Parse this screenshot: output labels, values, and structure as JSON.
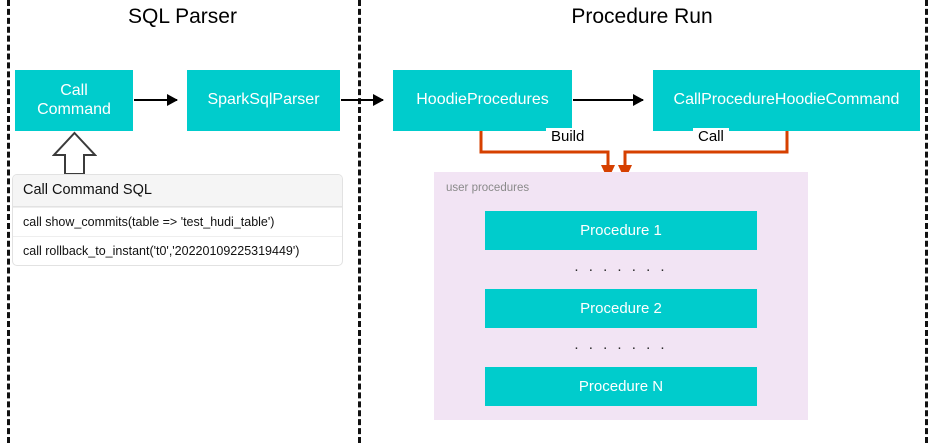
{
  "colors": {
    "teal": "#00CCCC",
    "orange": "#D64000",
    "panel_lavender": "#F2E4F4",
    "divider": "#111111",
    "panel_label": "#8A8A8A"
  },
  "sections": {
    "left_title": "SQL Parser",
    "right_title": "Procedure Run"
  },
  "flow": {
    "call_command": "Call\nCommand",
    "spark_sql_parser": "SparkSqlParser",
    "hoodie_procedures": "HoodieProcedures",
    "call_procedure_hoodie_command": "CallProcedureHoodieCommand"
  },
  "connectors": {
    "build_label": "Build",
    "call_label": "Call"
  },
  "sql_card": {
    "header": "Call Command SQL",
    "rows": [
      "call show_commits(table => 'test_hudi_table')",
      "call rollback_to_instant('t0','20220109225319449')"
    ]
  },
  "procedures_panel": {
    "label": "user procedures",
    "items": [
      "Procedure 1",
      "Procedure 2",
      "Procedure N"
    ],
    "ellipsis": ". . . . . . ."
  }
}
